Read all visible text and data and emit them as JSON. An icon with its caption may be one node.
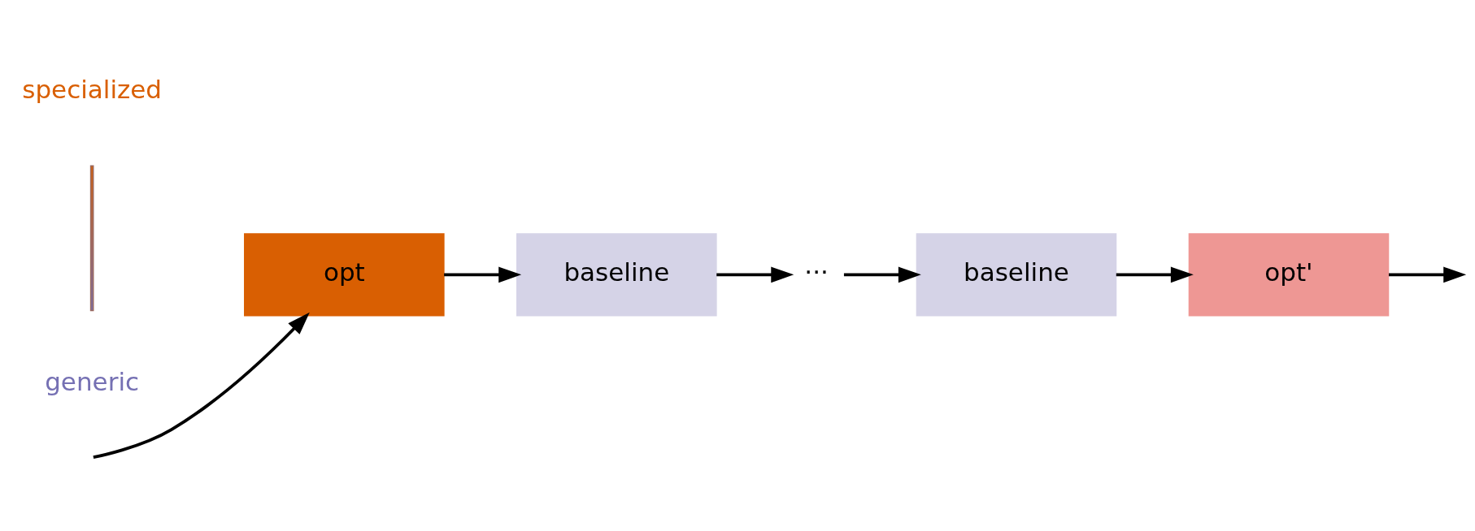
{
  "diagram": {
    "nodes": [
      {
        "text": [
          "opt"
        ]
      },
      {
        "text": [
          "baseline"
        ]
      },
      {
        "text": [
          "···"
        ]
      },
      {
        "text": [
          "baseline"
        ]
      },
      {
        "text": [
          "opt'"
        ]
      }
    ],
    "edges": [
      {
        "from": null,
        "to": 0,
        "arrow": "to"
      },
      {
        "from": 0,
        "to": 1,
        "arrow": "to"
      },
      {
        "from": 1,
        "to": 2,
        "arrow": "to"
      },
      {
        "from": 2,
        "to": 3,
        "arrow": "to"
      },
      {
        "from": 3,
        "to": 4,
        "arrow": "to"
      },
      {
        "from": 4,
        "to": null,
        "arrow": "to"
      }
    ],
    "labels": [
      "specialized",
      "generic"
    ]
  }
}
